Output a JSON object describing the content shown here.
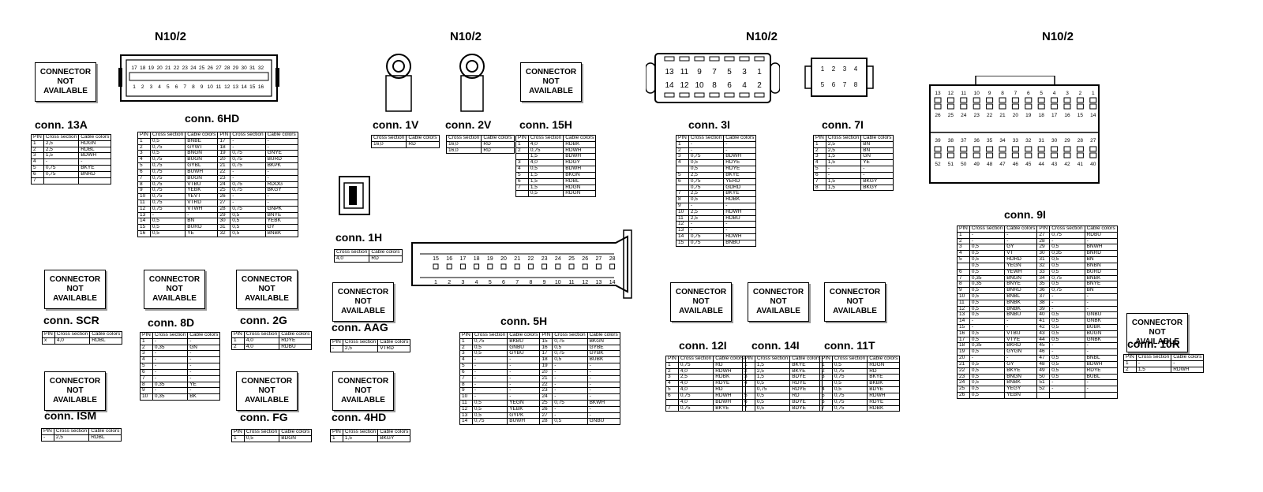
{
  "titles": [
    "N10/2",
    "N10/2",
    "N10/2",
    "N10/2"
  ],
  "na": {
    "l1": "CONNECTOR",
    "l2": "NOT",
    "l3": "AVAILABLE"
  },
  "headers": {
    "pin": "PIN",
    "cs": "Cross section",
    "cc": "Cable colors"
  },
  "c13A": {
    "label": "conn. 13A",
    "rows": [
      [
        "1",
        "2,5",
        "RDGN"
      ],
      [
        "2",
        "2,5",
        "RDBL"
      ],
      [
        "3",
        "1,5",
        "BDWH"
      ],
      [
        "4",
        "-",
        "-"
      ],
      [
        "5",
        "0,75",
        "BKYE"
      ],
      [
        "6",
        "0,75",
        "BNRD"
      ],
      [
        "7",
        "",
        ""
      ]
    ]
  },
  "c6HD": {
    "label": "conn. 6HD",
    "rows": [
      [
        "1",
        "0,5",
        "BNBE",
        "17",
        "-",
        "-"
      ],
      [
        "2",
        "0,75",
        "GYWT",
        "18",
        "-",
        "-"
      ],
      [
        "3",
        "0,5",
        "BNGN",
        "19",
        "0,75",
        "GNYE"
      ],
      [
        "4",
        "0,75",
        "BUGN",
        "20",
        "0,75",
        "BURD"
      ],
      [
        "5",
        "0,75",
        "GYBL",
        "21",
        "0,75",
        "BKPK"
      ],
      [
        "6",
        "0,75",
        "BUWH",
        "22",
        "-",
        "-"
      ],
      [
        "7",
        "0,75",
        "BUGN",
        "23",
        "-",
        "-"
      ],
      [
        "8",
        "0,75",
        "VTBU",
        "24",
        "0,75",
        "RDOG"
      ],
      [
        "9",
        "0,75",
        "YEBK",
        "25",
        "0,75",
        "BKGY"
      ],
      [
        "10",
        "0,75",
        "YEVT",
        "26",
        "-",
        "-"
      ],
      [
        "11",
        "0,75",
        "VTRD",
        "27",
        "-",
        "-"
      ],
      [
        "12",
        "0,75",
        "VTWH",
        "28",
        "0,75",
        "GNPK"
      ],
      [
        "13",
        "-",
        "-",
        "29",
        "0,5",
        "BNYE"
      ],
      [
        "14",
        "0,5",
        "BN",
        "30",
        "0,5",
        "YEBK"
      ],
      [
        "15",
        "0,5",
        "BURD",
        "31",
        "0,5",
        "GY"
      ],
      [
        "16",
        "0,5",
        "YE",
        "32",
        "0,5",
        "BNBK"
      ]
    ]
  },
  "c1V": {
    "label": "conn. 1V",
    "rows": [
      [
        "16,0",
        "RD"
      ]
    ]
  },
  "c2V": {
    "label": "conn. 2V",
    "rows": [
      [
        "16,0",
        "RD"
      ],
      [
        "16,0",
        "RD"
      ]
    ]
  },
  "c15H": {
    "label": "conn. 15H",
    "rows": [
      [
        "1",
        "4,0",
        "RDBK"
      ],
      [
        "2",
        "0,75",
        "RDWH"
      ],
      [
        "",
        "1,5",
        "BDWH"
      ],
      [
        "3",
        "4,0",
        "RDGY"
      ],
      [
        "4",
        "0,5",
        "BDWH"
      ],
      [
        "5",
        "1,5",
        "BKGN"
      ],
      [
        "6",
        "1,5",
        "RDBL"
      ],
      [
        "7",
        "1,5",
        "RDGN"
      ],
      [
        "",
        "0,5",
        "RDGN"
      ]
    ]
  },
  "c1H": {
    "label": "conn. 1H",
    "rows": [
      [
        "4,0",
        "RD"
      ]
    ]
  },
  "cAAG": {
    "label": "conn. AAG",
    "rows": [
      [
        "-",
        "2,5",
        "VTRD"
      ]
    ]
  },
  "c4HD": {
    "label": "conn. 4HD",
    "rows": [
      [
        "1",
        "1,5",
        "BKGY"
      ]
    ]
  },
  "c5H": {
    "label": "conn. 5H",
    "rows": [
      [
        "1",
        "0,75",
        "BKBU",
        "15",
        "0,75",
        "BKGN"
      ],
      [
        "2",
        "0,5",
        "GNBU",
        "16",
        "0,5",
        "GYBE"
      ],
      [
        "3",
        "0,5",
        "GYBU",
        "17",
        "0,75",
        "GYBK"
      ],
      [
        "4",
        "-",
        "-",
        "18",
        "0,5",
        "BUBK"
      ],
      [
        "5",
        "-",
        "-",
        "19",
        "-",
        "-"
      ],
      [
        "6",
        "-",
        "-",
        "20",
        "-",
        "-"
      ],
      [
        "7",
        "-",
        "-",
        "21",
        "-",
        "-"
      ],
      [
        "8",
        "-",
        "-",
        "22",
        "-",
        "-"
      ],
      [
        "9",
        "-",
        "-",
        "23",
        "-",
        "-"
      ],
      [
        "10",
        "-",
        "-",
        "24",
        "-",
        "-"
      ],
      [
        "11",
        "0,5",
        "YEGN",
        "25",
        "0,75",
        "BKWH"
      ],
      [
        "12",
        "0,5",
        "YEBK",
        "26",
        "-",
        "-"
      ],
      [
        "13",
        "0,5",
        "GYPK",
        "27",
        "-",
        "-"
      ],
      [
        "14",
        "0,75",
        "BUWH",
        "28",
        "0,5",
        "GNBU"
      ]
    ]
  },
  "c3I": {
    "label": "conn. 3I",
    "rows": [
      [
        "1",
        "-",
        "-"
      ],
      [
        "2",
        "-",
        "-"
      ],
      [
        "3",
        "0,75",
        "BDWH"
      ],
      [
        "4",
        "0,5",
        "RDYE"
      ],
      [
        "",
        "0,5",
        "RDYE"
      ],
      [
        "5",
        "2,5",
        "BKYE"
      ],
      [
        "6",
        "0,75",
        "YERD"
      ],
      [
        "",
        "0,75",
        "GDRD"
      ],
      [
        "7",
        "2,5",
        "BKYE"
      ],
      [
        "8",
        "0,5",
        "RDBK"
      ],
      [
        "9",
        "-",
        "-"
      ],
      [
        "10",
        "2,5",
        "RDWH"
      ],
      [
        "11",
        "2,5",
        "RDBU"
      ],
      [
        "12",
        "-",
        "-"
      ],
      [
        "13",
        "-",
        "-"
      ],
      [
        "14",
        "0,75",
        "RDWH"
      ],
      [
        "15",
        "0,75",
        "BNBU"
      ]
    ]
  },
  "c7I": {
    "label": "conn. 7I",
    "rows": [
      [
        "1",
        "2,5",
        "BN"
      ],
      [
        "2",
        "2,5",
        "BN"
      ],
      [
        "3",
        "1,5",
        "GN"
      ],
      [
        "4",
        "1,5",
        "YE"
      ],
      [
        "5",
        "-",
        "-"
      ],
      [
        "6",
        "-",
        "-"
      ],
      [
        "7",
        "1,5",
        "BKGY"
      ],
      [
        "8",
        "1,5",
        "BKGY"
      ]
    ]
  },
  "c12I": {
    "label": "conn. 12I",
    "rows": [
      [
        "1",
        "0,75",
        "RD"
      ],
      [
        "2",
        "4,0",
        "RDWH"
      ],
      [
        "3",
        "2,5",
        "RDBK"
      ],
      [
        "4",
        "4,0",
        "RDYE"
      ],
      [
        "5",
        "4,0",
        "RD"
      ],
      [
        "6",
        "0,75",
        "RDWH"
      ],
      [
        "",
        "4,0",
        "BDWH"
      ],
      [
        "7",
        "0,75",
        "BKYE"
      ]
    ]
  },
  "c14I": {
    "label": "conn. 14I",
    "rows": [
      [
        "1",
        "1,5",
        "BKYE"
      ],
      [
        "2",
        "2,5",
        "BKYE"
      ],
      [
        "3",
        "1,5",
        "BDYE"
      ],
      [
        "4",
        "0,5",
        "RDYE"
      ],
      [
        "",
        "0,75",
        "RDYE"
      ],
      [
        "5",
        "0,5",
        "RD"
      ],
      [
        "6",
        "0,5",
        "BDYE"
      ],
      [
        "7",
        "0,5",
        "BDYE"
      ]
    ]
  },
  "c11T": {
    "label": "conn. 11T",
    "rows": [
      [
        "1",
        "0,5",
        "RDGN"
      ],
      [
        "2",
        "0,75",
        "RD"
      ],
      [
        "3",
        "0,75",
        "BKYE"
      ],
      [
        "",
        "0,5",
        "BKBK"
      ],
      [
        "4",
        "0,5",
        "BDYE"
      ],
      [
        "5",
        "0,75",
        "RDWH"
      ],
      [
        "6",
        "0,75",
        "RDYE"
      ],
      [
        "7",
        "0,75",
        "RDBK"
      ]
    ]
  },
  "c9I": {
    "label": "conn. 9I",
    "rows": [
      [
        "1",
        "-",
        "-",
        "27",
        "0,75",
        "RDBU"
      ],
      [
        "2",
        "-",
        "-",
        "28",
        "-",
        "-"
      ],
      [
        "3",
        "0,5",
        "GY",
        "29",
        "0,5",
        "BNWH"
      ],
      [
        "4",
        "0,5",
        "VT",
        "30",
        "0,35",
        "BNRD"
      ],
      [
        "5",
        "0,5",
        "RDRD",
        "31",
        "0,5",
        "BN"
      ],
      [
        "",
        "0,5",
        "YEGN",
        "32",
        "0,5",
        "BNBN"
      ],
      [
        "6",
        "0,5",
        "YEWH",
        "33",
        "0,5",
        "BURD"
      ],
      [
        "7",
        "0,35",
        "BNGN",
        "34",
        "0,75",
        "BNBK"
      ],
      [
        "8",
        "0,35",
        "BNYE",
        "35",
        "0,5",
        "BNYE"
      ],
      [
        "9",
        "0,5",
        "BNRD",
        "36",
        "0,75",
        "BN"
      ],
      [
        "10",
        "0,5",
        "BNBL",
        "37",
        "-",
        "-"
      ],
      [
        "11",
        "0,5",
        "BNBK",
        "38",
        "-",
        "-"
      ],
      [
        "12",
        "0,5",
        "BNBK",
        "39",
        "-",
        "-"
      ],
      [
        "13",
        "0,5",
        "BNBU",
        "40",
        "0,5",
        "GNBU"
      ],
      [
        "14",
        "-",
        "-",
        "41",
        "0,5",
        "GNBK"
      ],
      [
        "15",
        "-",
        "-",
        "42",
        "0,5",
        "BUBK"
      ],
      [
        "16",
        "0,5",
        "VTBU",
        "43",
        "0,5",
        "BUGN"
      ],
      [
        "17",
        "0,5",
        "VTYE",
        "44",
        "0,5",
        "GNBK"
      ],
      [
        "18",
        "0,35",
        "BKRD",
        "45",
        "-",
        "-"
      ],
      [
        "19",
        "0,5",
        "GYGN",
        "46",
        "-",
        "-"
      ],
      [
        "20",
        "-",
        "-",
        "47",
        "0,5",
        "BNBL"
      ],
      [
        "21",
        "0,5",
        "GY",
        "48",
        "0,5",
        "BDWH"
      ],
      [
        "22",
        "0,5",
        "BKYE",
        "49",
        "0,5",
        "RDYE"
      ],
      [
        "23",
        "0,5",
        "BNGN",
        "50",
        "0,5",
        "BUBL"
      ],
      [
        "24",
        "0,5",
        "BNBK",
        "51",
        "-",
        "-"
      ],
      [
        "25",
        "0,5",
        "YEGY",
        "52",
        "-",
        "-"
      ],
      [
        "26",
        "0,5",
        "YEBN",
        "",
        "",
        ""
      ]
    ]
  },
  "c10R": {
    "label": "conn. 10R",
    "rows": [
      [
        "1",
        "-",
        "-"
      ],
      [
        "2",
        "1,5",
        "RDWH"
      ]
    ]
  },
  "cSCR": {
    "label": "conn. SCR",
    "rows": [
      [
        "x",
        "4,0",
        "RDBL"
      ]
    ]
  },
  "c8D": {
    "label": "conn. 8D",
    "rows": [
      [
        "1",
        "-",
        "-"
      ],
      [
        "2",
        "0,35",
        "GN"
      ],
      [
        "3",
        "-",
        "-"
      ],
      [
        "4",
        "-",
        "-"
      ],
      [
        "5",
        "-",
        "-"
      ],
      [
        "6",
        "-",
        "-"
      ],
      [
        "7",
        "-",
        "-"
      ],
      [
        "8",
        "0,35",
        "YE"
      ],
      [
        "9",
        "-",
        "-"
      ],
      [
        "10",
        "0,35",
        "BK"
      ]
    ]
  },
  "c2G": {
    "label": "conn. 2G",
    "rows": [
      [
        "1",
        "4,0",
        "RDYE"
      ],
      [
        "2",
        "4,0",
        "RDBU"
      ]
    ]
  },
  "cISM": {
    "label": "conn. ISM",
    "rows": [
      [
        "-",
        "2,5",
        "RDBL"
      ]
    ]
  },
  "cFG": {
    "label": "conn. FG",
    "rows": [
      [
        "1",
        "0,5",
        "BDGN"
      ]
    ]
  }
}
